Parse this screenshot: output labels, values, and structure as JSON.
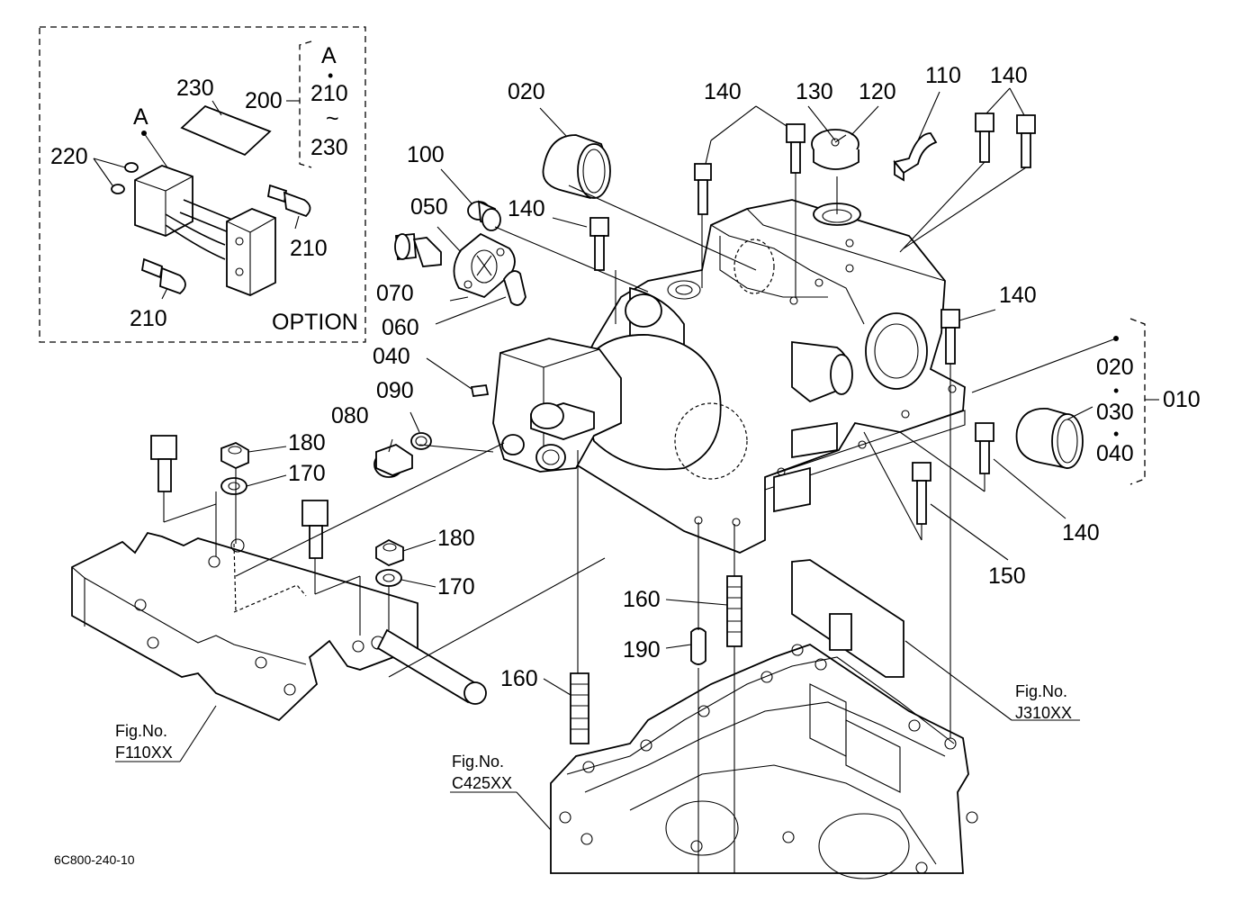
{
  "diagram": {
    "drawing_number": "6C800-240-10",
    "option_box": {
      "title": "OPTION",
      "point_label": "A",
      "set_bracket": {
        "head": "A",
        "dot": "•",
        "from": "210",
        "tilde": "~",
        "to": "230"
      },
      "callouts": {
        "c230": "230",
        "c200": "200",
        "c220": "220",
        "c210a": "210",
        "c210b": "210"
      }
    },
    "callouts": {
      "c020": "020",
      "c100": "100",
      "c050": "050",
      "c140a": "140",
      "c140b": "140",
      "c130": "130",
      "c120": "120",
      "c110": "110",
      "c140c": "140",
      "c070": "070",
      "c060": "060",
      "c040": "040",
      "c090": "090",
      "c080": "080",
      "c180a": "180",
      "c170a": "170",
      "c180b": "180",
      "c170b": "170",
      "c140d": "140",
      "c140e": "140",
      "c150": "150",
      "c160a": "160",
      "c190": "190",
      "c160b": "160"
    },
    "set_010": {
      "label": "010",
      "items": [
        "020",
        "030",
        "040"
      ],
      "dot": "•"
    },
    "references": {
      "f110": {
        "line1": "Fig.No.",
        "line2": "F110XX"
      },
      "c425": {
        "line1": "Fig.No.",
        "line2": "C425XX"
      },
      "j310": {
        "line1": "Fig.No.",
        "line2": "J310XX"
      }
    }
  }
}
